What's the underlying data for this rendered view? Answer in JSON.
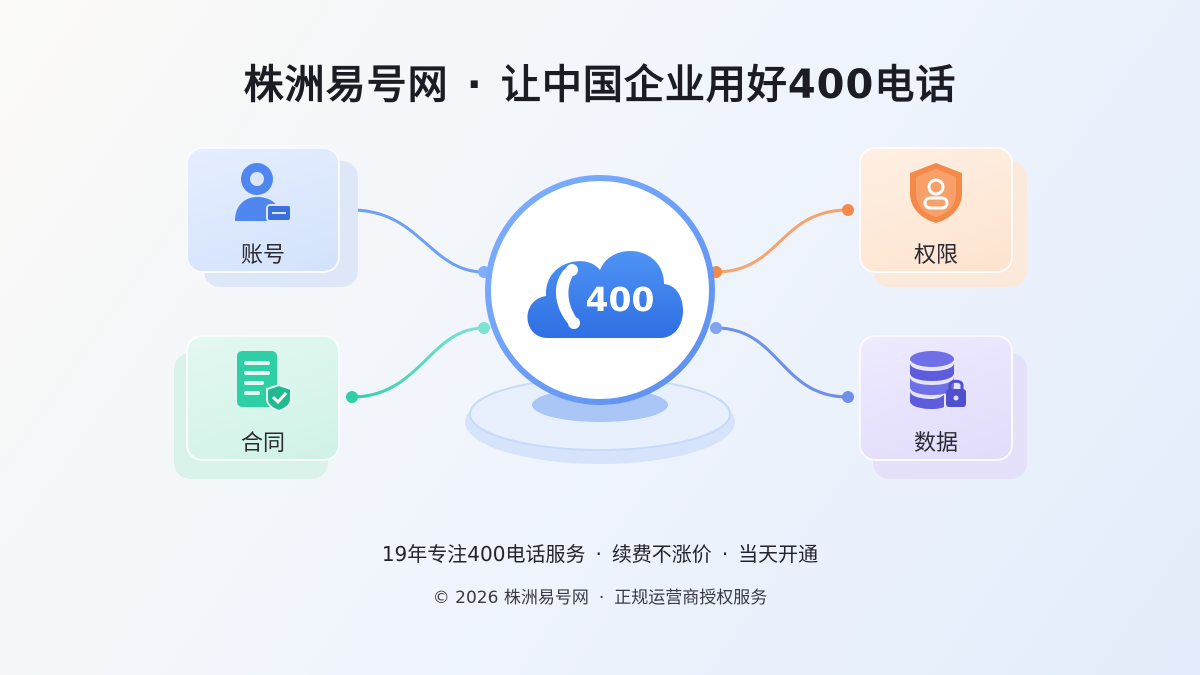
{
  "title": {
    "brand": "株洲易号网",
    "separator": "·",
    "slogan": "让中国企业用好400电话"
  },
  "center": {
    "badge_text": "400",
    "icon": "phone-cloud-icon"
  },
  "cards": {
    "account": {
      "label": "账号",
      "icon": "user-account-icon",
      "color": "#4f86f0"
    },
    "contract": {
      "label": "合同",
      "icon": "document-check-icon",
      "color": "#2fcfa6"
    },
    "permission": {
      "label": "权限",
      "icon": "shield-user-icon",
      "color": "#f48a4a"
    },
    "data": {
      "label": "数据",
      "icon": "database-lock-icon",
      "color": "#6f6fe8"
    }
  },
  "footer": {
    "features": [
      "19年专注400电话服务",
      "续费不涨价",
      "当天开通"
    ],
    "feature_separator": "·",
    "copyright_symbol": "©",
    "year": "2026",
    "company": "株洲易号网",
    "copyright_separator": "·",
    "authorization": "正规运营商授权服务"
  },
  "colors": {
    "blue": "#4f86f0",
    "teal": "#2fcfa6",
    "orange": "#f48a4a",
    "purple": "#6f6fe8"
  }
}
